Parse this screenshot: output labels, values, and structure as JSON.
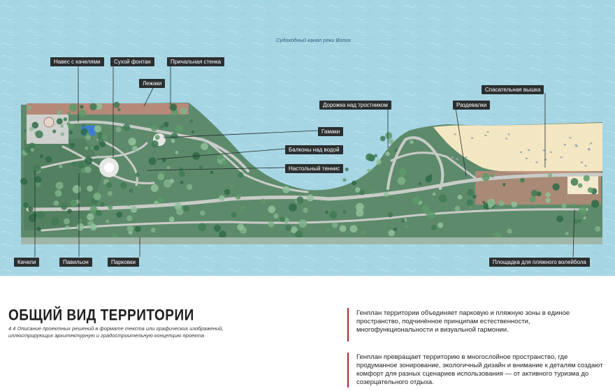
{
  "plan": {
    "channel_label": "Судоходный канал реки Волга",
    "callouts": [
      {
        "id": "navess",
        "label": "Навес с качелями"
      },
      {
        "id": "fountain",
        "label": "Сухой фонтан"
      },
      {
        "id": "wall",
        "label": "Причальная стенка"
      },
      {
        "id": "loungers",
        "label": "Лежаки"
      },
      {
        "id": "reed-path",
        "label": "Дорожка над тростником"
      },
      {
        "id": "hammocks",
        "label": "Гамаки"
      },
      {
        "id": "balconies",
        "label": "Балконы над водой"
      },
      {
        "id": "tennis",
        "label": "Настольный теннис"
      },
      {
        "id": "changing",
        "label": "Раздевалки"
      },
      {
        "id": "tower",
        "label": "Спасательная вышка"
      },
      {
        "id": "swings",
        "label": "Качели"
      },
      {
        "id": "pavilion",
        "label": "Павильон"
      },
      {
        "id": "parking",
        "label": "Парковки"
      },
      {
        "id": "volleyball",
        "label": "Площадка для пляжного волейбола"
      }
    ]
  },
  "section": {
    "title": "ОБЩИЙ ВИД ТЕРРИТОРИИ",
    "subtitle": "4.4 Описание проектных решений в формате текста или графических изображений, иллюстрирующих архитектурную и градостроительную концепцию проекта"
  },
  "description": {
    "paragraph1": "Генплан территории объединяет парковую и пляжную зоны в единое пространство, подчинённое принципам естественности, многофункциональности и визуальной гармонии.",
    "paragraph2": "Генплан превращает территорию в многослойное пространство, где продуманное зонирование, экологичный дизайн и внимание к деталям создают комфорт для разных сценариев использования — от активного туризма до созерцательного отдыха."
  },
  "colors": {
    "water": "#a9d9e6",
    "land": "#5f8c6d",
    "path": "#c9ccc8",
    "sand": "#f3e6c2",
    "deck": "#b58a78",
    "accent": "#b3262d"
  }
}
